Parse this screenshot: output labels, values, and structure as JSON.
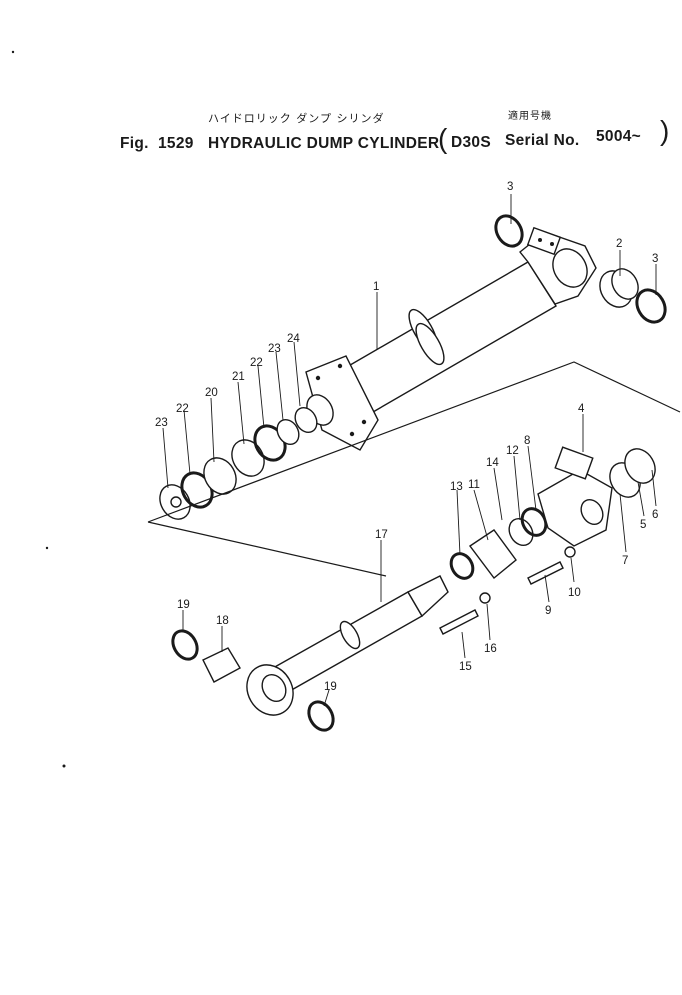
{
  "header": {
    "katakana_name": "ハイドロリック ダンプ シリンダ",
    "applicable_label_jp": "適用号機",
    "figure_label": "Fig.",
    "figure_number": "1529",
    "title": "HYDRAULIC DUMP CYLINDER",
    "model": "D30S",
    "serial_label": "Serial No.",
    "serial_range": "5004~",
    "paren_open": "(",
    "paren_close": ")"
  },
  "callouts": [
    {
      "id": "c1",
      "label": "1"
    },
    {
      "id": "c2",
      "label": "2"
    },
    {
      "id": "c3a",
      "label": "3"
    },
    {
      "id": "c3b",
      "label": "3"
    },
    {
      "id": "c4",
      "label": "4"
    },
    {
      "id": "c5",
      "label": "5"
    },
    {
      "id": "c6",
      "label": "6"
    },
    {
      "id": "c7",
      "label": "7"
    },
    {
      "id": "c8",
      "label": "8"
    },
    {
      "id": "c9",
      "label": "9"
    },
    {
      "id": "c10",
      "label": "10"
    },
    {
      "id": "c11",
      "label": "11"
    },
    {
      "id": "c12",
      "label": "12"
    },
    {
      "id": "c13",
      "label": "13"
    },
    {
      "id": "c14",
      "label": "14"
    },
    {
      "id": "c15",
      "label": "15"
    },
    {
      "id": "c16",
      "label": "16"
    },
    {
      "id": "c17",
      "label": "17"
    },
    {
      "id": "c18",
      "label": "18"
    },
    {
      "id": "c19a",
      "label": "19"
    },
    {
      "id": "c19b",
      "label": "19"
    },
    {
      "id": "c20",
      "label": "20"
    },
    {
      "id": "c21",
      "label": "21"
    },
    {
      "id": "c22a",
      "label": "22"
    },
    {
      "id": "c22b",
      "label": "22"
    },
    {
      "id": "c23a",
      "label": "23"
    },
    {
      "id": "c23b",
      "label": "23"
    },
    {
      "id": "c24",
      "label": "24"
    }
  ]
}
